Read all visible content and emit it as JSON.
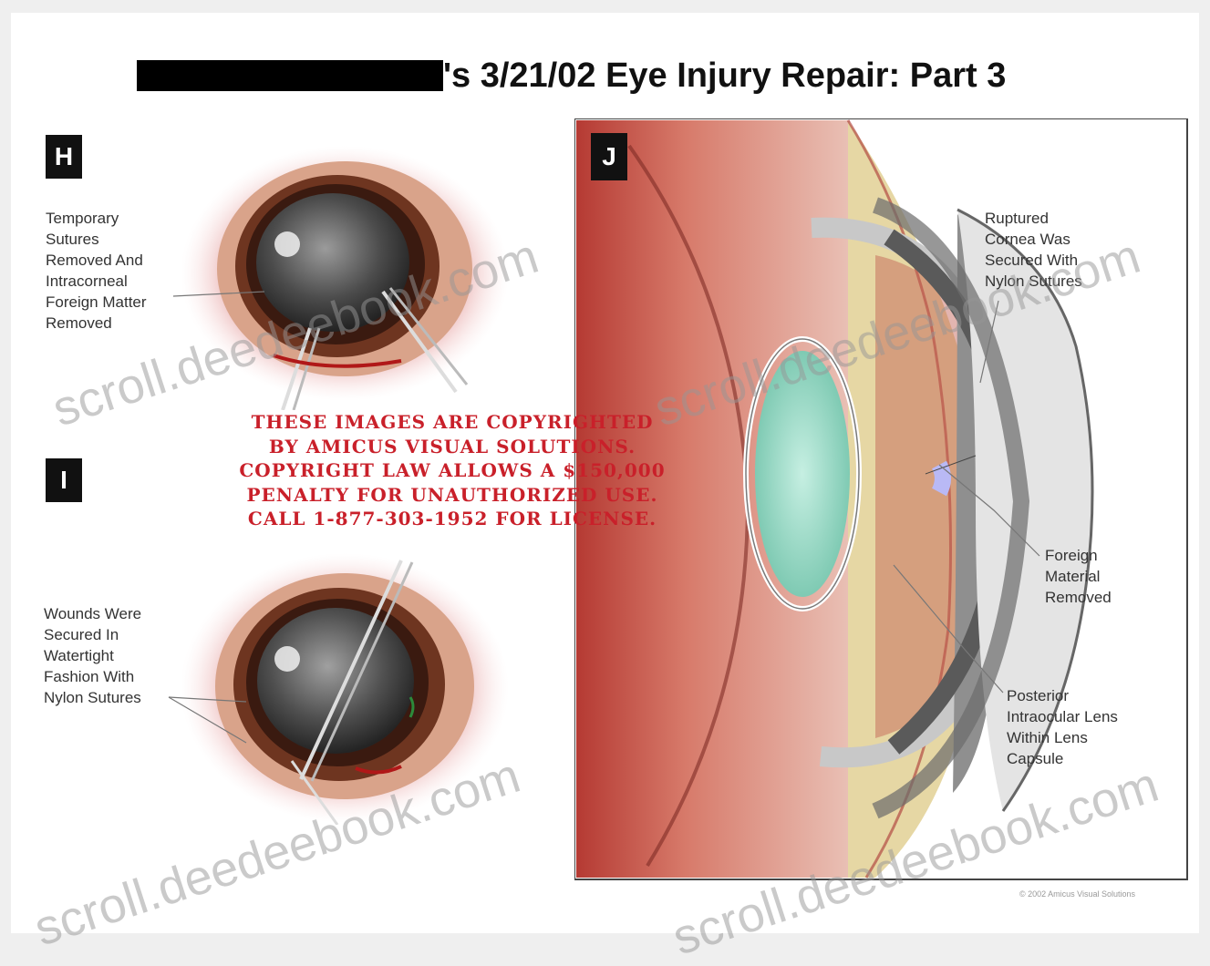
{
  "title": "'s 3/21/02 Eye Injury Repair: Part 3",
  "panels": {
    "h": "H",
    "i": "I",
    "j": "J"
  },
  "labels": {
    "temporary_sutures": "Temporary\nSutures\nRemoved And\nIntracorneal\nForeign Matter\nRemoved",
    "wounds_secured": "Wounds Were\nSecured In\nWatertight\nFashion With\nNylon Sutures",
    "ruptured_cornea": "Ruptured\nCornea Was\nSecured With\nNylon Sutures",
    "foreign_material": "Foreign\nMaterial\nRemoved",
    "posterior_lens": "Posterior\nIntraocular Lens\nWithin Lens\nCapsule"
  },
  "copyright_notice": [
    "These Images Are Copyrighted",
    "By Amicus Visual Solutions.",
    "Copyright Law Allows A $150,000",
    "Penalty For Unauthorized Use.",
    "Call 1-877-303-1952 For License."
  ],
  "watermark": "scroll.deedeebook.com",
  "credit": "© 2002 Amicus Visual Solutions",
  "colors": {
    "accent_red": "#c9202a",
    "tissue_pink": "#e9a7a7",
    "iris_brown": "#7a3b24",
    "lens_green": "#9ed9c5"
  }
}
